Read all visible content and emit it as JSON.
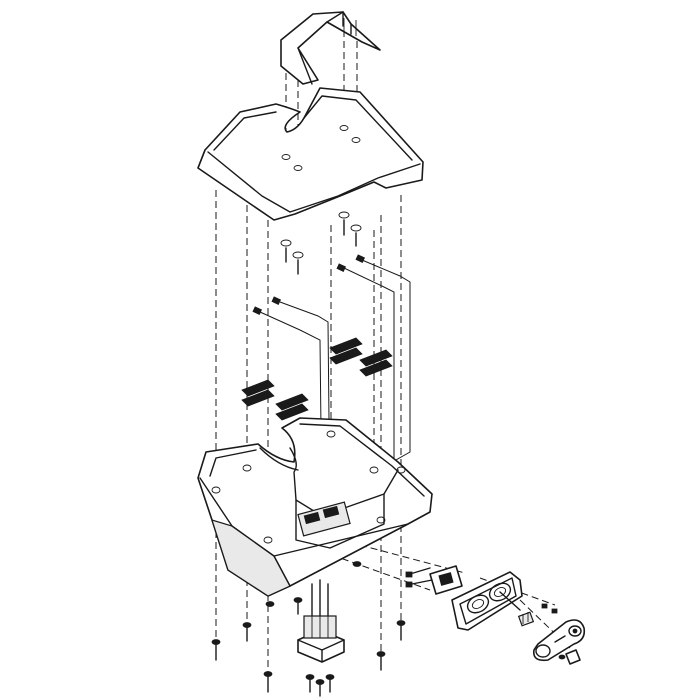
{
  "diagram": {
    "type": "exploded-assembly",
    "background": "#ffffff",
    "line_color": "#1a1a1a",
    "parts": [
      "handle",
      "top-cover",
      "base-housing",
      "gasket-pads",
      "wiring-harnesses",
      "connector-panel",
      "end-cap",
      "screws",
      "bottom-connector-block"
    ],
    "labels": []
  }
}
